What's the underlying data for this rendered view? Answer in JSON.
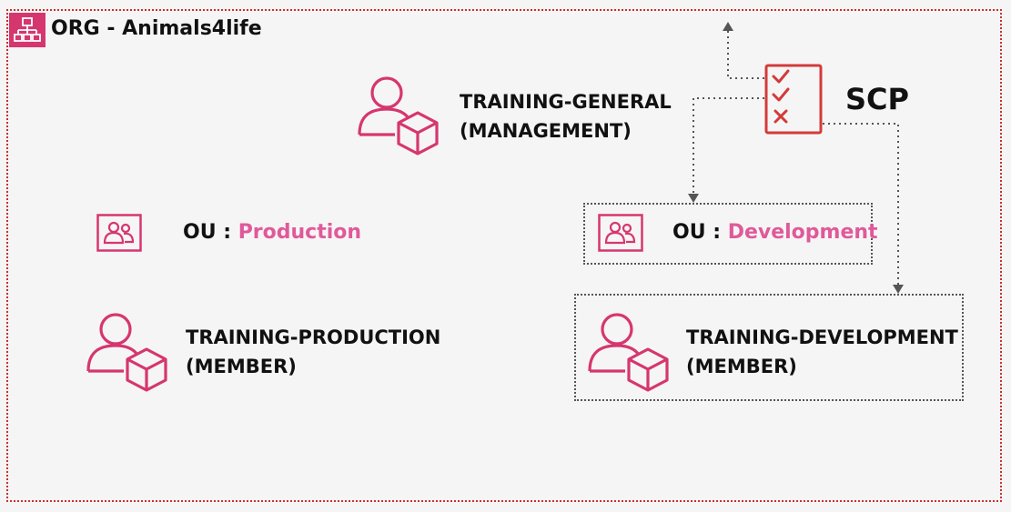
{
  "org": {
    "title": "ORG - Animals4life",
    "icon": "organization-icon"
  },
  "scp": {
    "label": "SCP",
    "icon": "policy-checklist-icon"
  },
  "management_account": {
    "line1": "TRAINING-GENERAL",
    "line2": "(MANAGEMENT)",
    "icon": "account-user-box-icon"
  },
  "ou_production": {
    "prefix": "OU : ",
    "name": "Production",
    "icon": "ou-group-icon"
  },
  "ou_development": {
    "prefix": "OU : ",
    "name": "Development",
    "icon": "ou-group-icon"
  },
  "production_account": {
    "line1": "TRAINING-PRODUCTION",
    "line2": "(MEMBER)",
    "icon": "account-user-box-icon"
  },
  "development_account": {
    "line1": "TRAINING-DEVELOPMENT",
    "line2": "(MEMBER)",
    "icon": "account-user-box-icon"
  },
  "colors": {
    "accent": "#d6366e",
    "ou_text": "#e0599a",
    "scp_red": "#d33a3a",
    "org_border": "#c8312f",
    "dotted_line": "#555555"
  }
}
